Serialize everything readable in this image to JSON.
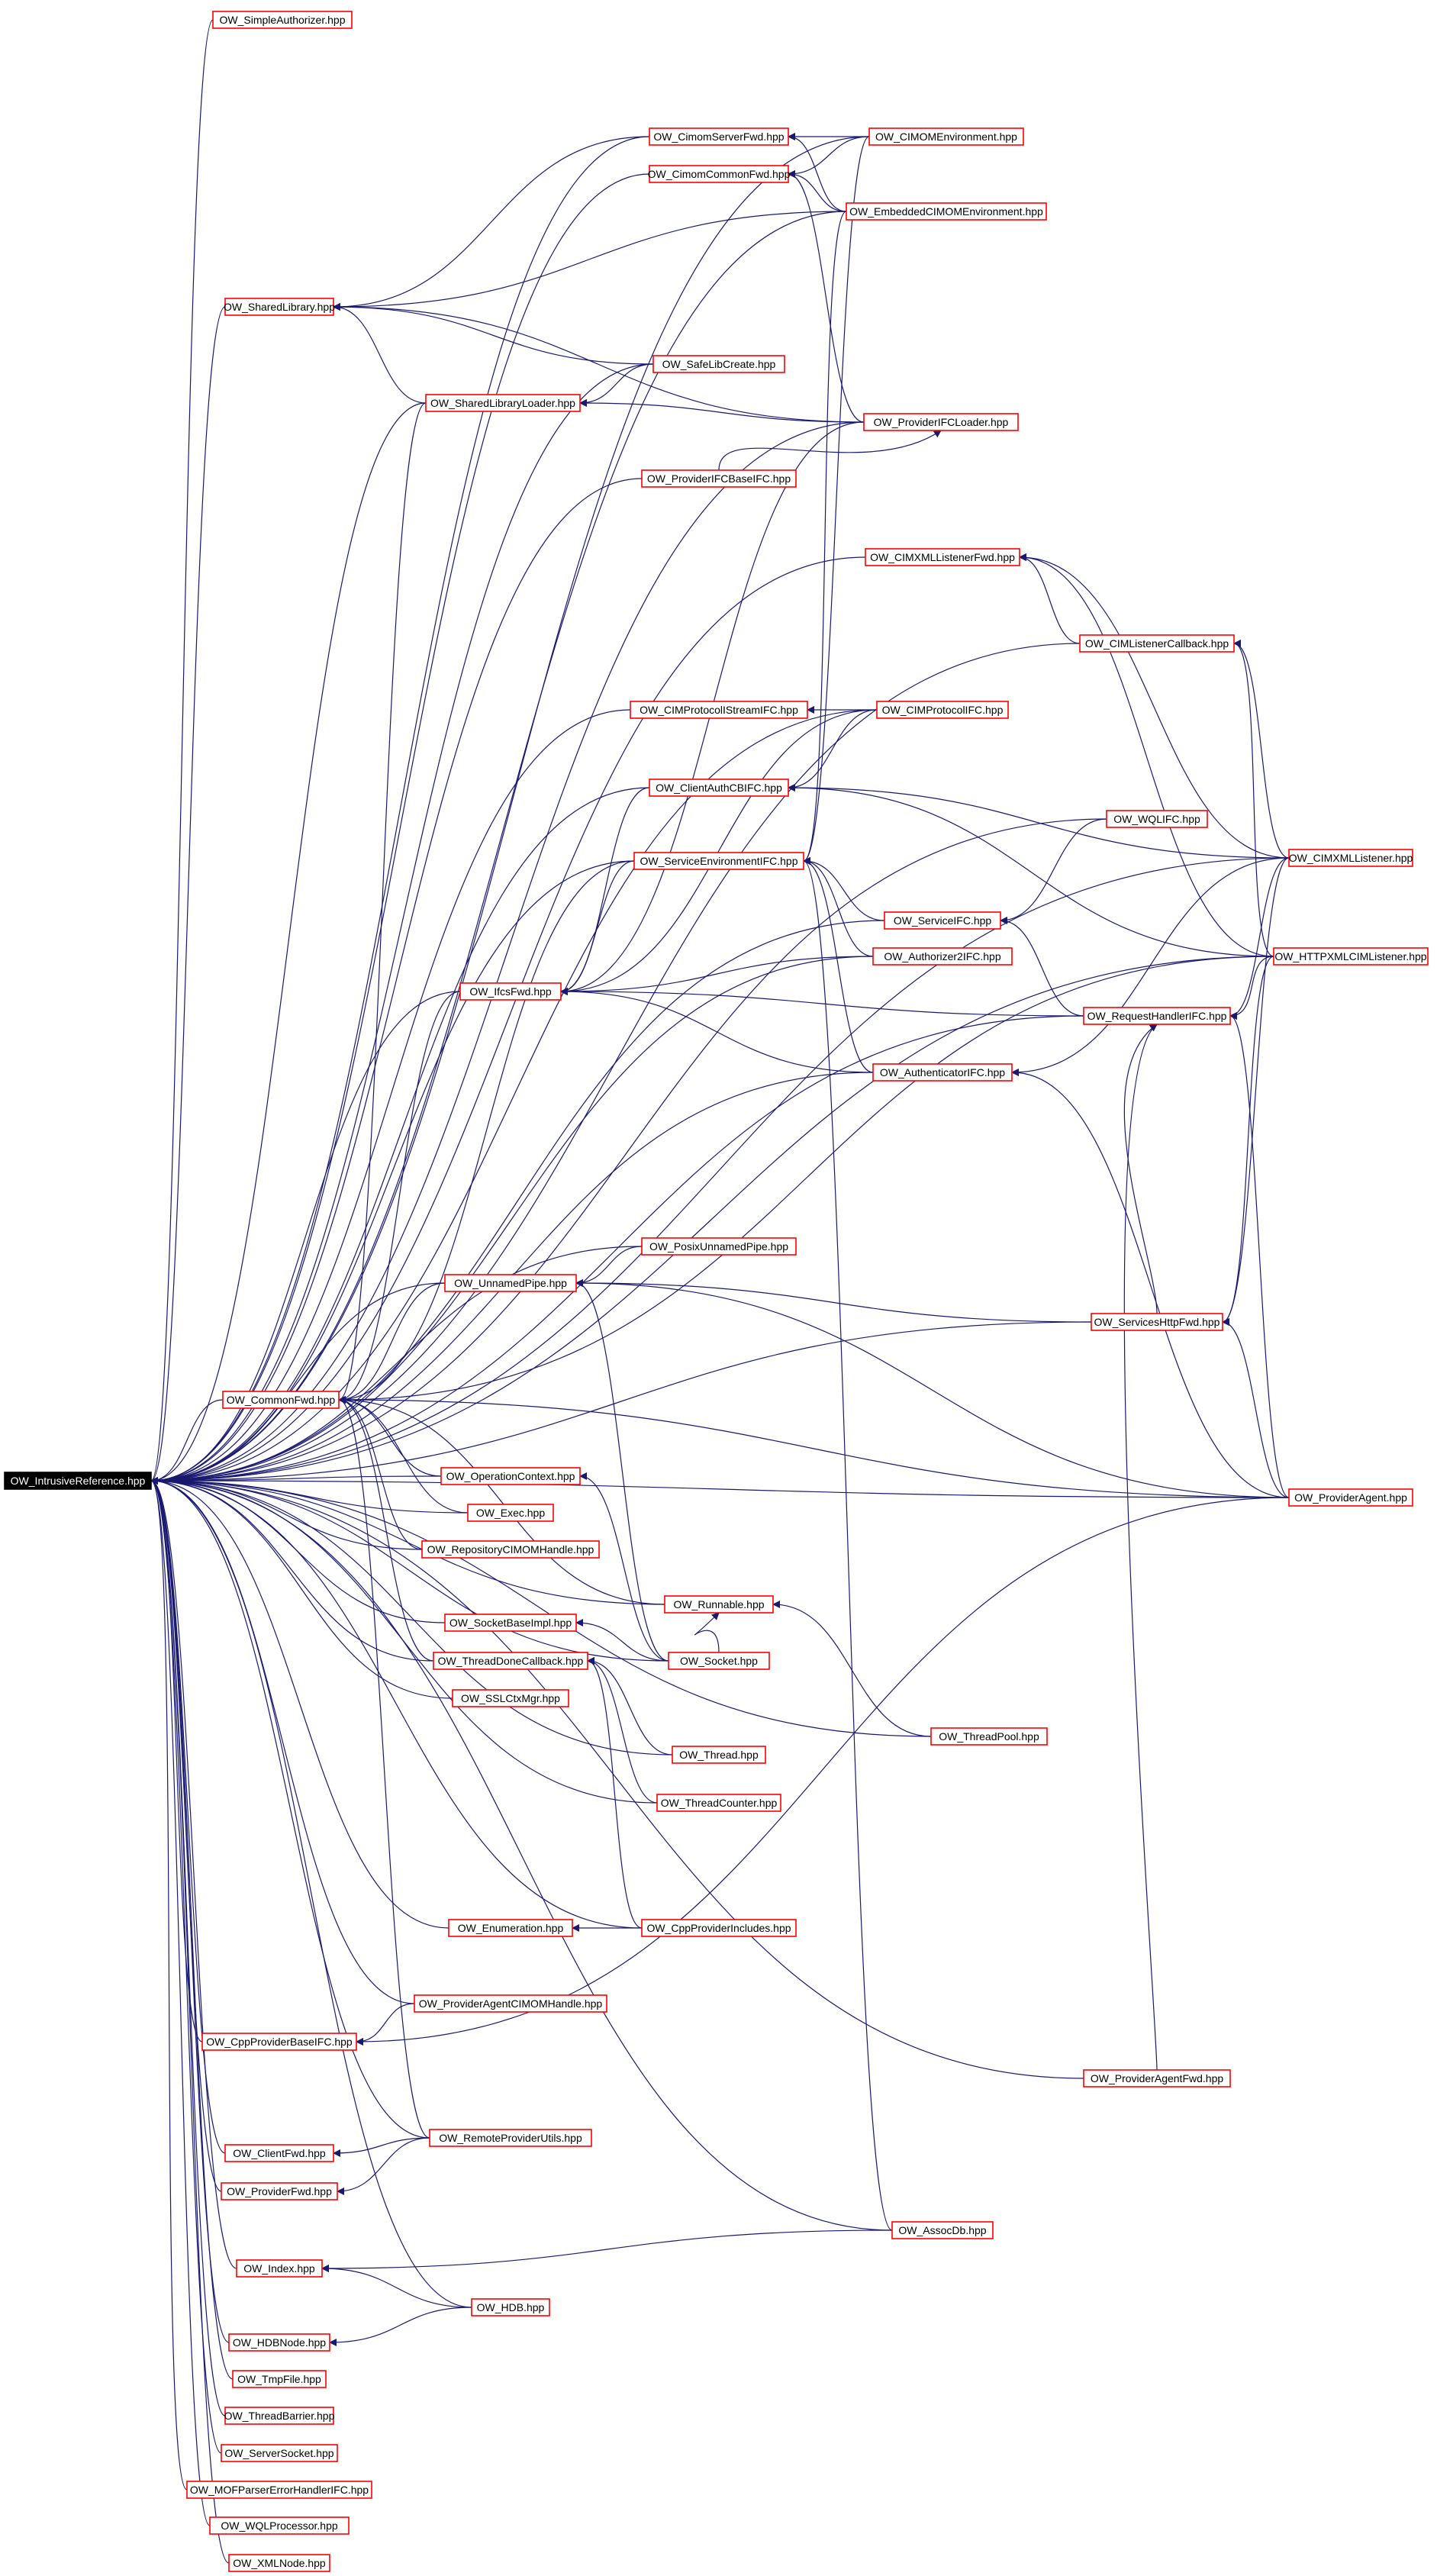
{
  "graph": {
    "edge_color": "#191970",
    "node_border_color": "#ff0000",
    "root_fill_color": "#000000",
    "root": {
      "id": "root",
      "label": "OW_IntrusiveReference.hpp"
    },
    "nodes": [
      {
        "id": "simpleauth",
        "label": "OW_SimpleAuthorizer.hpp"
      },
      {
        "id": "cimomserverfwd",
        "label": "OW_CimomServerFwd.hpp"
      },
      {
        "id": "cimomenv",
        "label": "OW_CIMOMEnvironment.hpp"
      },
      {
        "id": "cimomcommonfwd",
        "label": "OW_CimomCommonFwd.hpp"
      },
      {
        "id": "embcimomenv",
        "label": "OW_EmbeddedCIMOMEnvironment.hpp"
      },
      {
        "id": "sharedlib",
        "label": "OW_SharedLibrary.hpp"
      },
      {
        "id": "safelib",
        "label": "OW_SafeLibCreate.hpp"
      },
      {
        "id": "sharedlibloader",
        "label": "OW_SharedLibraryLoader.hpp"
      },
      {
        "id": "provifcloader",
        "label": "OW_ProviderIFCLoader.hpp"
      },
      {
        "id": "provifcbase",
        "label": "OW_ProviderIFCBaseIFC.hpp"
      },
      {
        "id": "cimxmllistenerfwd",
        "label": "OW_CIMXMLListenerFwd.hpp"
      },
      {
        "id": "cimlistenercb",
        "label": "OW_CIMListenerCallback.hpp"
      },
      {
        "id": "cimprotostream",
        "label": "OW_CIMProtocolIStreamIFC.hpp"
      },
      {
        "id": "cimprotoifc",
        "label": "OW_CIMProtocolIFC.hpp"
      },
      {
        "id": "clientauthcb",
        "label": "OW_ClientAuthCBIFC.hpp"
      },
      {
        "id": "wqlifc",
        "label": "OW_WQLIFC.hpp"
      },
      {
        "id": "cimxmllistener",
        "label": "OW_CIMXMLListener.hpp"
      },
      {
        "id": "serviceenv",
        "label": "OW_ServiceEnvironmentIFC.hpp"
      },
      {
        "id": "serviceifc",
        "label": "OW_ServiceIFC.hpp"
      },
      {
        "id": "httpxml",
        "label": "OW_HTTPXMLCIMListener.hpp"
      },
      {
        "id": "authorizer2",
        "label": "OW_Authorizer2IFC.hpp"
      },
      {
        "id": "ifcsfwd",
        "label": "OW_IfcsFwd.hpp"
      },
      {
        "id": "reqhandler",
        "label": "OW_RequestHandlerIFC.hpp"
      },
      {
        "id": "authenticator",
        "label": "OW_AuthenticatorIFC.hpp"
      },
      {
        "id": "posixpipe",
        "label": "OW_PosixUnnamedPipe.hpp"
      },
      {
        "id": "unnamedpipe",
        "label": "OW_UnnamedPipe.hpp"
      },
      {
        "id": "serviceshttpfwd",
        "label": "OW_ServicesHttpFwd.hpp"
      },
      {
        "id": "commonfwd",
        "label": "OW_CommonFwd.hpp"
      },
      {
        "id": "provagent",
        "label": "OW_ProviderAgent.hpp"
      },
      {
        "id": "opctx",
        "label": "OW_OperationContext.hpp"
      },
      {
        "id": "exec",
        "label": "OW_Exec.hpp"
      },
      {
        "id": "repocimom",
        "label": "OW_RepositoryCIMOMHandle.hpp"
      },
      {
        "id": "runnable",
        "label": "OW_Runnable.hpp"
      },
      {
        "id": "socketbase",
        "label": "OW_SocketBaseImpl.hpp"
      },
      {
        "id": "threaddone",
        "label": "OW_ThreadDoneCallback.hpp"
      },
      {
        "id": "socket",
        "label": "OW_Socket.hpp"
      },
      {
        "id": "sslctx",
        "label": "OW_SSLCtxMgr.hpp"
      },
      {
        "id": "threadpool",
        "label": "OW_ThreadPool.hpp"
      },
      {
        "id": "thread",
        "label": "OW_Thread.hpp"
      },
      {
        "id": "threadcounter",
        "label": "OW_ThreadCounter.hpp"
      },
      {
        "id": "enumeration",
        "label": "OW_Enumeration.hpp"
      },
      {
        "id": "cppprovinc",
        "label": "OW_CppProviderIncludes.hpp"
      },
      {
        "id": "provagentcimom",
        "label": "OW_ProviderAgentCIMOMHandle.hpp"
      },
      {
        "id": "cppprovbase",
        "label": "OW_CppProviderBaseIFC.hpp"
      },
      {
        "id": "provagentfwd",
        "label": "OW_ProviderAgentFwd.hpp"
      },
      {
        "id": "clientfwd",
        "label": "OW_ClientFwd.hpp"
      },
      {
        "id": "remoteprovutils",
        "label": "OW_RemoteProviderUtils.hpp"
      },
      {
        "id": "providerfwd",
        "label": "OW_ProviderFwd.hpp"
      },
      {
        "id": "assocdb",
        "label": "OW_AssocDb.hpp"
      },
      {
        "id": "index",
        "label": "OW_Index.hpp"
      },
      {
        "id": "hdb",
        "label": "OW_HDB.hpp"
      },
      {
        "id": "hdbnode",
        "label": "OW_HDBNode.hpp"
      },
      {
        "id": "tmpfile",
        "label": "OW_TmpFile.hpp"
      },
      {
        "id": "threadbarrier",
        "label": "OW_ThreadBarrier.hpp"
      },
      {
        "id": "serversocket",
        "label": "OW_ServerSocket.hpp"
      },
      {
        "id": "mofparser",
        "label": "OW_MOFParserErrorHandlerIFC.hpp"
      },
      {
        "id": "wqlproc",
        "label": "OW_WQLProcessor.hpp"
      },
      {
        "id": "xmlnode",
        "label": "OW_XMLNode.hpp"
      }
    ],
    "edges": [
      {
        "from": "simpleauth",
        "to": "root"
      },
      {
        "from": "cimomserverfwd",
        "to": "root"
      },
      {
        "from": "cimomenv",
        "to": "root"
      },
      {
        "from": "cimomcommonfwd",
        "to": "root"
      },
      {
        "from": "embcimomenv",
        "to": "root"
      },
      {
        "from": "sharedlib",
        "to": "root"
      },
      {
        "from": "safelib",
        "to": "root"
      },
      {
        "from": "sharedlibloader",
        "to": "root"
      },
      {
        "from": "provifcloader",
        "to": "root"
      },
      {
        "from": "provifcbase",
        "to": "root"
      },
      {
        "from": "cimxmllistenerfwd",
        "to": "root"
      },
      {
        "from": "cimlistenercb",
        "to": "root"
      },
      {
        "from": "cimprotostream",
        "to": "root"
      },
      {
        "from": "cimprotoifc",
        "to": "root"
      },
      {
        "from": "clientauthcb",
        "to": "root"
      },
      {
        "from": "wqlifc",
        "to": "root"
      },
      {
        "from": "cimxmllistener",
        "to": "root"
      },
      {
        "from": "serviceenv",
        "to": "root"
      },
      {
        "from": "serviceifc",
        "to": "root"
      },
      {
        "from": "httpxml",
        "to": "root"
      },
      {
        "from": "authorizer2",
        "to": "root"
      },
      {
        "from": "ifcsfwd",
        "to": "root"
      },
      {
        "from": "reqhandler",
        "to": "root"
      },
      {
        "from": "authenticator",
        "to": "root"
      },
      {
        "from": "posixpipe",
        "to": "root"
      },
      {
        "from": "unnamedpipe",
        "to": "root"
      },
      {
        "from": "serviceshttpfwd",
        "to": "root"
      },
      {
        "from": "commonfwd",
        "to": "root"
      },
      {
        "from": "provagent",
        "to": "root"
      },
      {
        "from": "opctx",
        "to": "root"
      },
      {
        "from": "exec",
        "to": "root"
      },
      {
        "from": "repocimom",
        "to": "root"
      },
      {
        "from": "runnable",
        "to": "root"
      },
      {
        "from": "socketbase",
        "to": "root"
      },
      {
        "from": "threaddone",
        "to": "root"
      },
      {
        "from": "socket",
        "to": "root"
      },
      {
        "from": "sslctx",
        "to": "root"
      },
      {
        "from": "threadpool",
        "to": "root"
      },
      {
        "from": "thread",
        "to": "root"
      },
      {
        "from": "threadcounter",
        "to": "root"
      },
      {
        "from": "enumeration",
        "to": "root"
      },
      {
        "from": "cppprovinc",
        "to": "root"
      },
      {
        "from": "provagentcimom",
        "to": "root"
      },
      {
        "from": "cppprovbase",
        "to": "root"
      },
      {
        "from": "provagentfwd",
        "to": "root"
      },
      {
        "from": "clientfwd",
        "to": "root"
      },
      {
        "from": "remoteprovutils",
        "to": "root"
      },
      {
        "from": "providerfwd",
        "to": "root"
      },
      {
        "from": "assocdb",
        "to": "root"
      },
      {
        "from": "index",
        "to": "root"
      },
      {
        "from": "hdb",
        "to": "root"
      },
      {
        "from": "hdbnode",
        "to": "root"
      },
      {
        "from": "tmpfile",
        "to": "root"
      },
      {
        "from": "threadbarrier",
        "to": "root"
      },
      {
        "from": "serversocket",
        "to": "root"
      },
      {
        "from": "mofparser",
        "to": "root"
      },
      {
        "from": "wqlproc",
        "to": "root"
      },
      {
        "from": "xmlnode",
        "to": "root"
      },
      {
        "from": "cimomenv",
        "to": "cimomserverfwd"
      },
      {
        "from": "embcimomenv",
        "to": "cimomserverfwd"
      },
      {
        "from": "cimomenv",
        "to": "cimomcommonfwd"
      },
      {
        "from": "embcimomenv",
        "to": "cimomcommonfwd"
      },
      {
        "from": "provifcloader",
        "to": "cimomcommonfwd"
      },
      {
        "from": "cimomserverfwd",
        "to": "sharedlib"
      },
      {
        "from": "embcimomenv",
        "to": "sharedlib"
      },
      {
        "from": "safelib",
        "to": "sharedlib"
      },
      {
        "from": "sharedlibloader",
        "to": "sharedlib"
      },
      {
        "from": "provifcloader",
        "to": "sharedlib"
      },
      {
        "from": "safelib",
        "to": "sharedlibloader"
      },
      {
        "from": "provifcloader",
        "to": "sharedlibloader"
      },
      {
        "from": "provifcbase",
        "to": "provifcloader"
      },
      {
        "from": "cimlistenercb",
        "to": "cimxmllistenerfwd"
      },
      {
        "from": "cimxmllistener",
        "to": "cimxmllistenerfwd"
      },
      {
        "from": "httpxml",
        "to": "cimxmllistenerfwd"
      },
      {
        "from": "cimxmllistener",
        "to": "cimlistenercb"
      },
      {
        "from": "httpxml",
        "to": "cimlistenercb"
      },
      {
        "from": "cimprotoifc",
        "to": "cimprotostream"
      },
      {
        "from": "cimprotoifc",
        "to": "clientauthcb"
      },
      {
        "from": "httpxml",
        "to": "clientauthcb"
      },
      {
        "from": "cimxmllistener",
        "to": "clientauthcb"
      },
      {
        "from": "cimomenv",
        "to": "serviceenv"
      },
      {
        "from": "embcimomenv",
        "to": "serviceenv"
      },
      {
        "from": "serviceifc",
        "to": "serviceenv"
      },
      {
        "from": "authorizer2",
        "to": "serviceenv"
      },
      {
        "from": "authenticator",
        "to": "serviceenv"
      },
      {
        "from": "assocdb",
        "to": "serviceenv"
      },
      {
        "from": "reqhandler",
        "to": "serviceifc"
      },
      {
        "from": "wqlifc",
        "to": "serviceifc"
      },
      {
        "from": "serviceenv",
        "to": "ifcsfwd"
      },
      {
        "from": "authorizer2",
        "to": "ifcsfwd"
      },
      {
        "from": "reqhandler",
        "to": "ifcsfwd"
      },
      {
        "from": "authenticator",
        "to": "ifcsfwd"
      },
      {
        "from": "clientauthcb",
        "to": "ifcsfwd"
      },
      {
        "from": "cimprotoifc",
        "to": "ifcsfwd"
      },
      {
        "from": "provifcloader",
        "to": "ifcsfwd"
      },
      {
        "from": "serviceshttpfwd",
        "to": "reqhandler"
      },
      {
        "from": "cimxmllistener",
        "to": "reqhandler"
      },
      {
        "from": "httpxml",
        "to": "reqhandler"
      },
      {
        "from": "provagent",
        "to": "reqhandler"
      },
      {
        "from": "cimxmllistener",
        "to": "authenticator"
      },
      {
        "from": "provagent",
        "to": "authenticator"
      },
      {
        "from": "posixpipe",
        "to": "unnamedpipe"
      },
      {
        "from": "serviceshttpfwd",
        "to": "unnamedpipe"
      },
      {
        "from": "provagent",
        "to": "unnamedpipe"
      },
      {
        "from": "socket",
        "to": "unnamedpipe"
      },
      {
        "from": "cimxmllistener",
        "to": "serviceshttpfwd"
      },
      {
        "from": "httpxml",
        "to": "serviceshttpfwd"
      },
      {
        "from": "provagent",
        "to": "serviceshttpfwd"
      },
      {
        "from": "sharedlibloader",
        "to": "commonfwd"
      },
      {
        "from": "ifcsfwd",
        "to": "commonfwd"
      },
      {
        "from": "unnamedpipe",
        "to": "commonfwd"
      },
      {
        "from": "serviceenv",
        "to": "commonfwd"
      },
      {
        "from": "opctx",
        "to": "commonfwd"
      },
      {
        "from": "exec",
        "to": "commonfwd"
      },
      {
        "from": "repocimom",
        "to": "commonfwd"
      },
      {
        "from": "runnable",
        "to": "commonfwd"
      },
      {
        "from": "threaddone",
        "to": "commonfwd"
      },
      {
        "from": "remoteprovutils",
        "to": "commonfwd"
      },
      {
        "from": "provagent",
        "to": "commonfwd"
      },
      {
        "from": "httpxml",
        "to": "commonfwd"
      },
      {
        "from": "socket",
        "to": "opctx"
      },
      {
        "from": "threadpool",
        "to": "runnable"
      },
      {
        "from": "socket",
        "to": "runnable"
      },
      {
        "from": "socket",
        "to": "socketbase"
      },
      {
        "from": "thread",
        "to": "threaddone"
      },
      {
        "from": "threadcounter",
        "to": "threaddone"
      },
      {
        "from": "cppprovinc",
        "to": "threaddone"
      },
      {
        "from": "cppprovinc",
        "to": "enumeration"
      },
      {
        "from": "provagentcimom",
        "to": "cppprovbase"
      },
      {
        "from": "provagent",
        "to": "cppprovbase"
      },
      {
        "from": "remoteprovutils",
        "to": "clientfwd"
      },
      {
        "from": "remoteprovutils",
        "to": "providerfwd"
      },
      {
        "from": "assocdb",
        "to": "index"
      },
      {
        "from": "hdb",
        "to": "index"
      },
      {
        "from": "hdb",
        "to": "hdbnode"
      },
      {
        "from": "provagentfwd",
        "to": "reqhandler"
      }
    ]
  }
}
